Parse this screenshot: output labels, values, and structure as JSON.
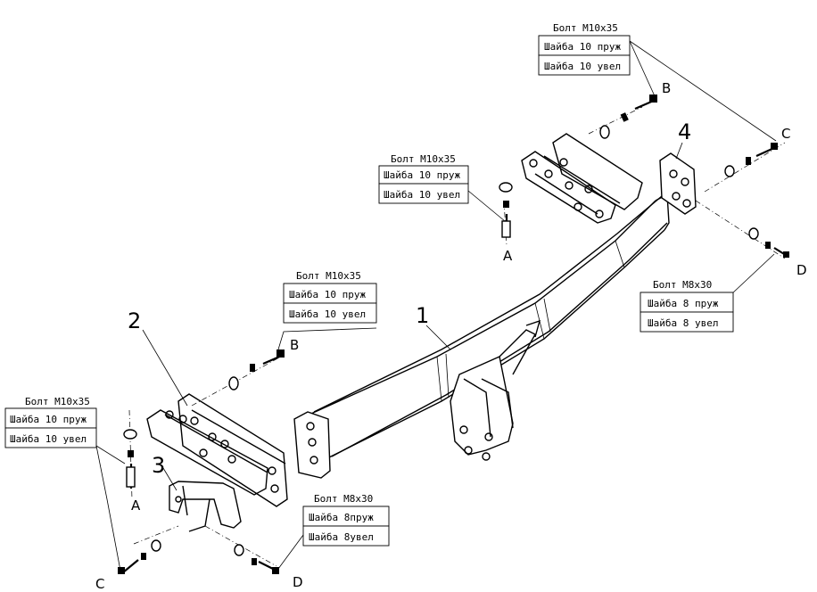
{
  "callouts": {
    "top_right": [
      "Болт M10x35",
      "Шайба 10 пруж",
      "Шайба 10 увел"
    ],
    "center_top": [
      "Болт M10x35",
      "Шайба 10 пруж",
      "Шайба 10 увел"
    ],
    "center_left": [
      "Болт M10x35",
      "Шайба 10 пруж",
      "Шайба 10 увел"
    ],
    "left": [
      "Болт M10x35",
      "Шайба 10 пруж",
      "Шайба 10 увел"
    ],
    "right_mid": [
      "Болт M8x30",
      "Шайба 8 пруж",
      "Шайба 8 увел"
    ],
    "bottom_mid": [
      "Болт M8x30",
      "Шайба 8пруж",
      "Шайба 8увел"
    ]
  },
  "part_numbers": {
    "p1": "1",
    "p2": "2",
    "p3": "3",
    "p4": "4"
  },
  "letters": {
    "b_top": "B",
    "c_right": "C",
    "a_center": "A",
    "d_right": "D",
    "b_left": "B",
    "a_left": "A",
    "c_left": "C",
    "d_bottom": "D"
  }
}
